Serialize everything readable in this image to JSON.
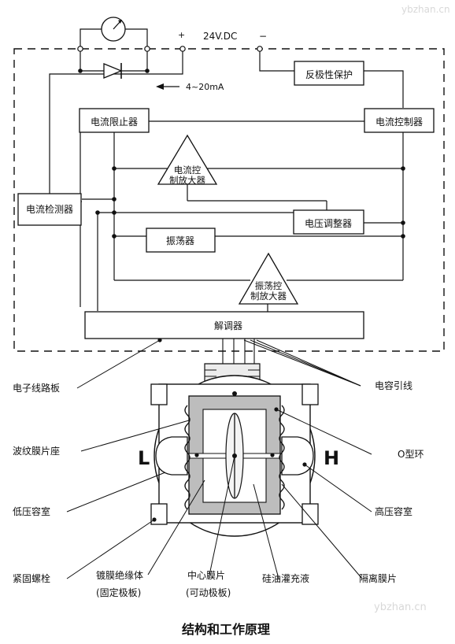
{
  "circuit": {
    "supply": "24V.DC",
    "plus": "+",
    "minus": "−",
    "current_range": "4~20mA",
    "blocks": {
      "reverse_protection": "反极性保护",
      "current_limiter": "电流限止器",
      "current_controller": "电流控制器",
      "current_control_amp_1": "电流控",
      "current_control_amp_2": "制放大器",
      "current_detector": "电流检测器",
      "voltage_regulator": "电压调整器",
      "oscillator": "振荡器",
      "osc_control_amp_1": "振荡控",
      "osc_control_amp_2": "制放大器",
      "demodulator": "解调器"
    }
  },
  "sensor": {
    "letter_low": "L",
    "letter_high": "H",
    "labels": {
      "circuit_board": "电子线路板",
      "capacitor_leads": "电容引线",
      "corrugated_seat": "波纹膜片座",
      "o_ring": "O型环",
      "low_pressure_chamber": "低压容室",
      "high_pressure_chamber": "高压容室",
      "bolt": "紧固螺栓",
      "coated_insulator": "镀膜绝缘体",
      "fixed_plate": "(固定极板)",
      "center_diaphragm": "中心膜片",
      "movable_plate": "(可动极板)",
      "silicone_oil": "硅油灌充液",
      "isolation_diaphragm": "隔离膜片"
    }
  },
  "caption": "结构和工作原理",
  "watermark": "ybzhan.cn"
}
